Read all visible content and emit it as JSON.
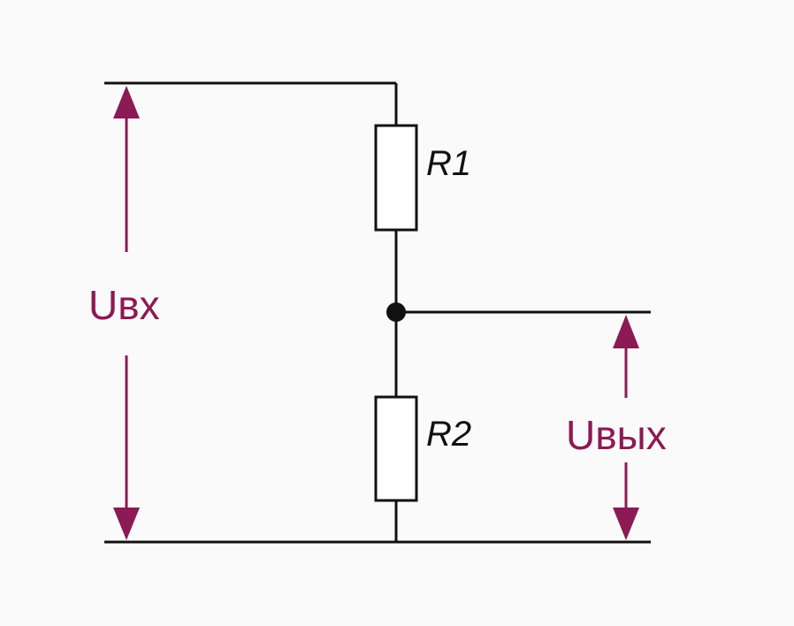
{
  "diagram": {
    "type": "voltage-divider-circuit",
    "components": {
      "r1": {
        "label": "R1"
      },
      "r2": {
        "label": "R2"
      }
    },
    "voltages": {
      "input": {
        "label": "Uвх"
      },
      "output": {
        "label": "Uвых"
      }
    },
    "colors": {
      "wire": "#111111",
      "voltage_arrow": "#8b1a55",
      "background": "#fafafa"
    }
  }
}
